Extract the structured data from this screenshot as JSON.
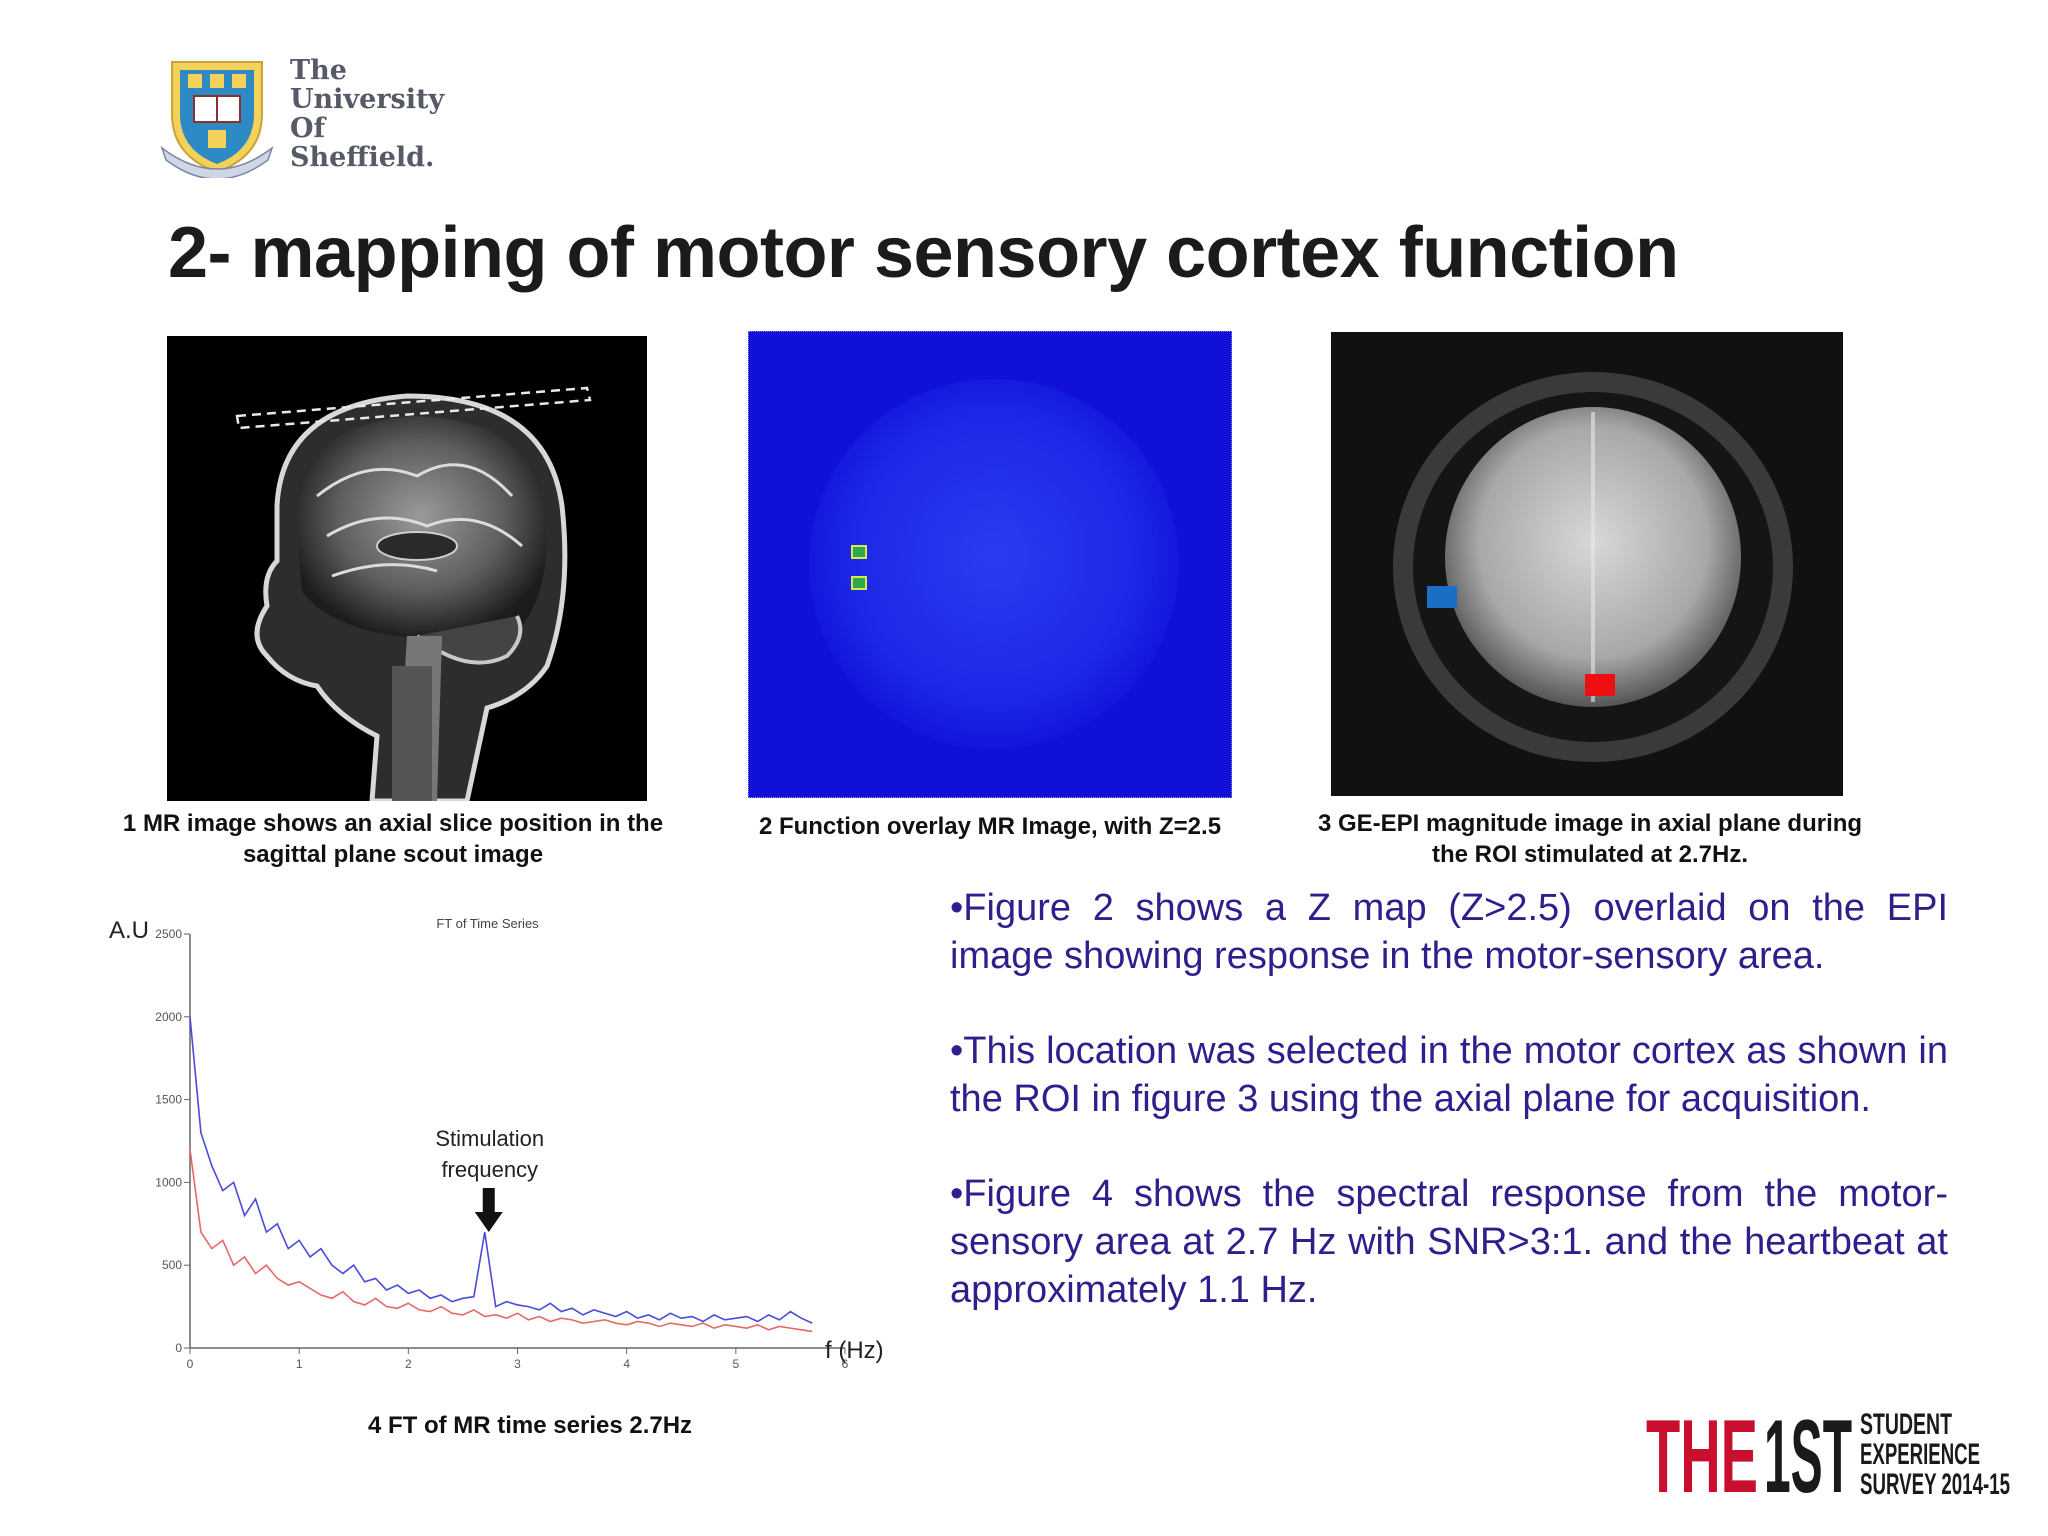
{
  "university_logo": {
    "lines": [
      "The",
      "University",
      "Of",
      "Sheffield."
    ],
    "crest_icon": "sheffield-crest-icon"
  },
  "title": "2- mapping of motor sensory cortex function",
  "figures": [
    {
      "caption": "1 MR image shows an axial slice position in the sagittal plane scout image"
    },
    {
      "caption": "2 Function overlay MR Image, with Z=2.5"
    },
    {
      "caption": "3  GE-EPI magnitude image in axial plane during the ROI stimulated at 2.7Hz."
    }
  ],
  "chart_data": {
    "type": "line",
    "title": "FT of Time Series",
    "xlabel": "f (Hz)",
    "ylabel": "A.U",
    "xlim": [
      0,
      6
    ],
    "ylim": [
      0,
      2500
    ],
    "x_ticks": [
      "0",
      "1",
      "2",
      "3",
      "4",
      "5",
      "6"
    ],
    "y_ticks": [
      "0",
      "500",
      "1000",
      "1500",
      "2000",
      "2500"
    ],
    "x": [
      0.0,
      0.1,
      0.2,
      0.3,
      0.4,
      0.5,
      0.6,
      0.7,
      0.8,
      0.9,
      1.0,
      1.1,
      1.2,
      1.3,
      1.4,
      1.5,
      1.6,
      1.7,
      1.8,
      1.9,
      2.0,
      2.1,
      2.2,
      2.3,
      2.4,
      2.5,
      2.6,
      2.7,
      2.8,
      2.9,
      3.0,
      3.1,
      3.2,
      3.3,
      3.4,
      3.5,
      3.6,
      3.7,
      3.8,
      3.9,
      4.0,
      4.1,
      4.2,
      4.3,
      4.4,
      4.5,
      4.6,
      4.7,
      4.8,
      4.9,
      5.0,
      5.1,
      5.2,
      5.3,
      5.4,
      5.5,
      5.6,
      5.7
    ],
    "series": [
      {
        "color": "#4a4adc",
        "values": [
          2000,
          1300,
          1100,
          950,
          1000,
          800,
          900,
          700,
          750,
          600,
          650,
          550,
          600,
          500,
          450,
          500,
          400,
          420,
          350,
          380,
          330,
          350,
          300,
          320,
          280,
          300,
          310,
          700,
          250,
          280,
          260,
          250,
          230,
          270,
          220,
          240,
          200,
          230,
          210,
          190,
          220,
          180,
          200,
          170,
          210,
          180,
          190,
          160,
          200,
          170,
          180,
          190,
          160,
          200,
          170,
          220,
          180,
          150
        ]
      },
      {
        "color": "#e46a6a",
        "values": [
          1200,
          700,
          600,
          650,
          500,
          550,
          450,
          500,
          420,
          380,
          400,
          360,
          320,
          300,
          340,
          280,
          260,
          300,
          250,
          240,
          270,
          230,
          220,
          250,
          210,
          200,
          230,
          190,
          200,
          180,
          210,
          170,
          190,
          160,
          180,
          170,
          150,
          160,
          170,
          150,
          140,
          160,
          150,
          130,
          150,
          140,
          130,
          150,
          120,
          140,
          130,
          120,
          140,
          110,
          130,
          120,
          110,
          100
        ]
      }
    ],
    "annotations": [
      {
        "text": "Stimulation\nfrequency",
        "x": 2.7
      }
    ]
  },
  "figure4_caption": "4 FT of MR time series 2.7Hz",
  "bullets": [
    "•Figure 2 shows a Z map (Z>2.5) overlaid on the EPI image showing response in the motor-sensory area.",
    "•This location was selected in the motor cortex as shown in the ROI in figure 3 using the axial plane for acquisition.",
    "•Figure 4 shows the spectral response from the motor-sensory area at 2.7 Hz with SNR>3:1. and the heartbeat at approximately 1.1 Hz."
  ],
  "the_logo": {
    "left": "THE",
    "middle": "1ST",
    "right_lines": [
      "STUDENT",
      "EXPERIENCE",
      "SURVEY 2014-15"
    ]
  }
}
